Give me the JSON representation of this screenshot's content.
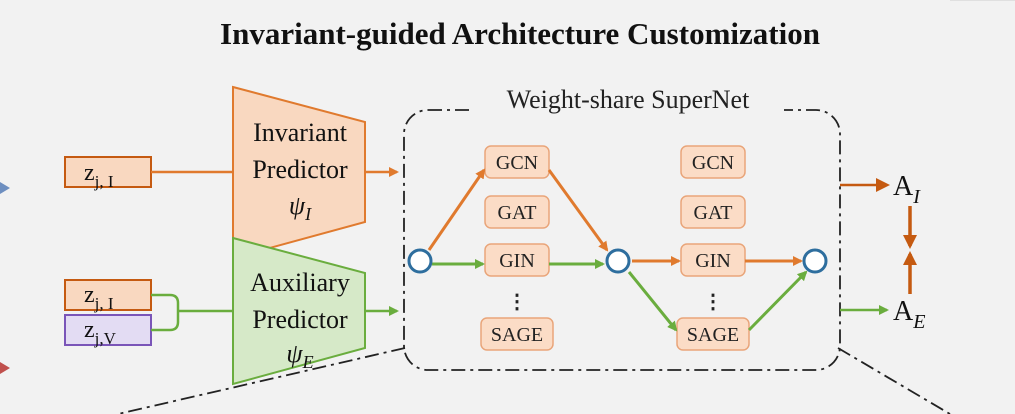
{
  "title": "Invariant-guided Architecture Customization",
  "supernet": {
    "label": "Weight-share SuperNet"
  },
  "invariant_predictor": {
    "line1": "Invariant",
    "line2": "Predictor",
    "symbol": "ψ",
    "subscript": "I"
  },
  "auxiliary_predictor": {
    "line1": "Auxiliary",
    "line2": "Predictor",
    "symbol": "ψ",
    "subscript": "E"
  },
  "inputs": {
    "z_invariant": {
      "base": "z",
      "subscript": "j, I"
    },
    "z_invariant_2": {
      "base": "z",
      "subscript": "j, I"
    },
    "z_variant": {
      "base": "z",
      "subscript": "j,V"
    }
  },
  "operations": {
    "column1": [
      "GCN",
      "GAT",
      "GIN",
      "SAGE"
    ],
    "column2": [
      "GCN",
      "GAT",
      "GIN",
      "SAGE"
    ],
    "ellipsis": "⋮"
  },
  "outputs": {
    "a_invariant": {
      "base": "A",
      "subscript": "I"
    },
    "a_environment": {
      "base": "A",
      "subscript": "E"
    }
  },
  "colors": {
    "orange": "#e07a2e",
    "orange_fill": "#f9d8c0",
    "green": "#6aad3e",
    "green_fill": "#d6e9c8",
    "purple": "#7a55b8",
    "purple_fill": "#e3dcf3",
    "node": "#2e6e9e",
    "dark_orange": "#c55a11"
  }
}
